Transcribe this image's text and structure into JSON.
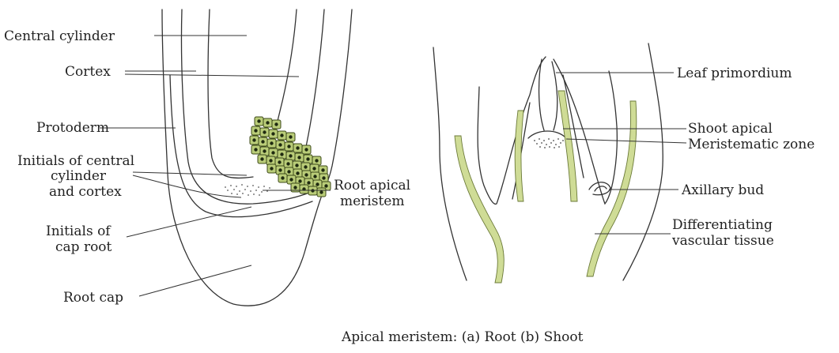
{
  "root": {
    "labels": {
      "central_cylinder": "Central cylinder",
      "cortex": "Cortex",
      "protoderm": "Protoderm",
      "initials_central_line1": "Initials of central",
      "initials_central_line2": "cylinder",
      "initials_central_line3": "and cortex",
      "root_apical_line1": "Root apical",
      "root_apical_line2": "meristem",
      "initials_cap_line1": "Initials of",
      "initials_cap_line2": "cap root",
      "root_cap": "Root cap"
    }
  },
  "shoot": {
    "labels": {
      "leaf_primordium": "Leaf primordium",
      "shoot_apical": "Shoot apical",
      "meristematic_zone": "Meristematic zone",
      "axillary_bud": "Axillary bud",
      "differentiating_line1": "Differentiating",
      "differentiating_line2": "vascular tissue"
    }
  },
  "caption": "Apical meristem: (a) Root  (b) Shoot",
  "colors": {
    "vascular": "#cfdc96",
    "cell": "#b9cc78",
    "outline": "#333333"
  }
}
